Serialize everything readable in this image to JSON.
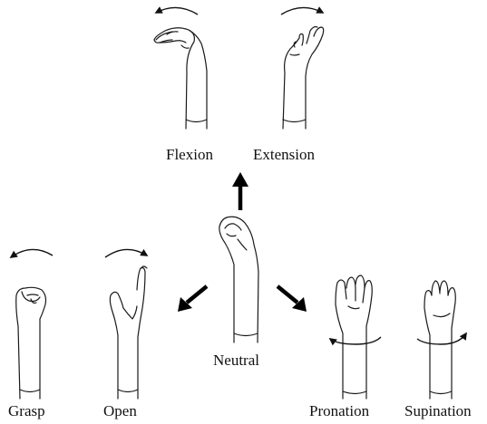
{
  "gestures": {
    "flexion": "Flexion",
    "extension": "Extension",
    "neutral": "Neutral",
    "grasp": "Grasp",
    "open": "Open",
    "pronation": "Pronation",
    "supination": "Supination"
  },
  "colors": {
    "ink": "#111111",
    "background": "#ffffff"
  }
}
